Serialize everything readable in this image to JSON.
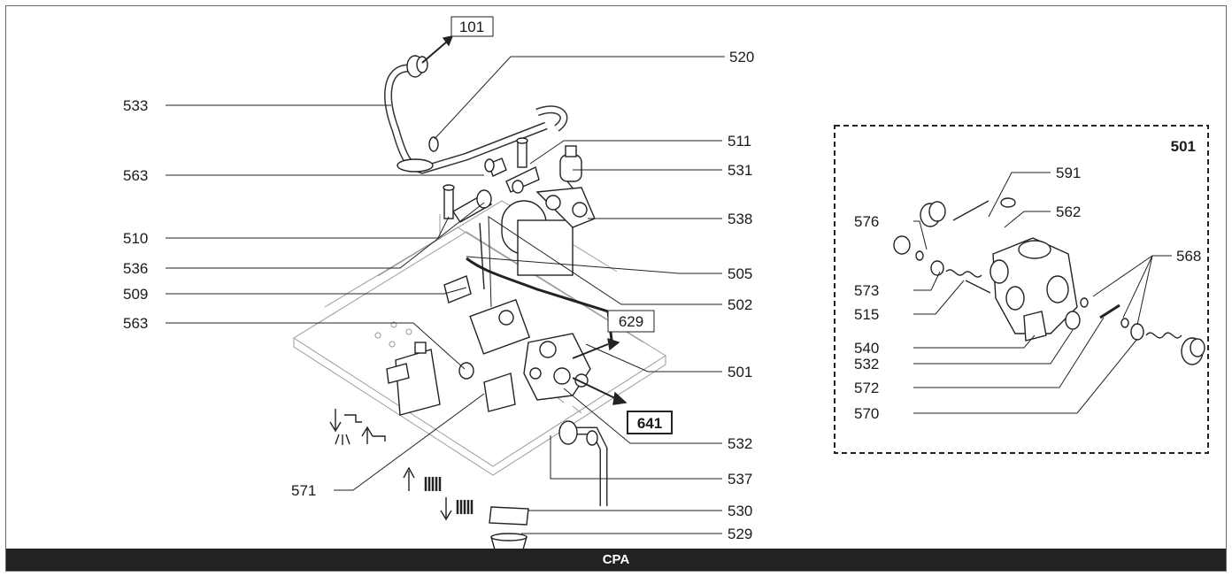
{
  "footer": {
    "label": "CPA"
  },
  "main_callouts": {
    "101": "101",
    "520": "520",
    "533": "533",
    "511": "511",
    "563a": "563",
    "531": "531",
    "538": "538",
    "510": "510",
    "536": "536",
    "505": "505",
    "509": "509",
    "502": "502",
    "563b": "563",
    "629": "629",
    "501": "501",
    "641": "641",
    "532": "532",
    "571": "571",
    "537": "537",
    "530": "530",
    "529": "529"
  },
  "detail": {
    "title": "501",
    "callouts": {
      "591": "591",
      "562": "562",
      "576": "576",
      "568": "568",
      "573": "573",
      "515": "515",
      "540": "540",
      "532": "532",
      "572": "572",
      "570": "570"
    }
  }
}
